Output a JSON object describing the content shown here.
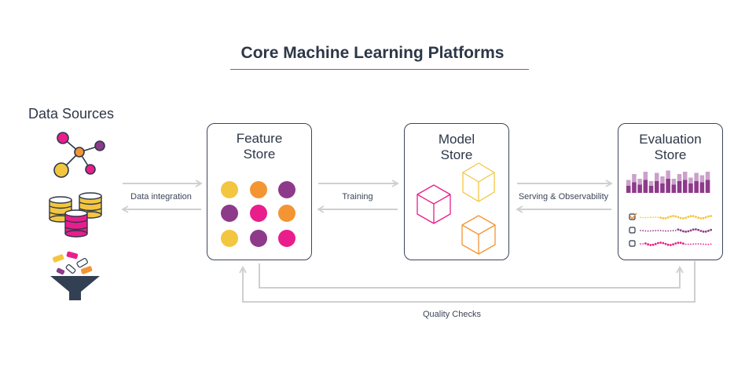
{
  "title": "Core Machine Learning Platforms",
  "data_sources": {
    "label": "Data Sources",
    "icons": [
      "network-graph-icon",
      "database-icon",
      "funnel-icon"
    ]
  },
  "feature_store": {
    "title_line1": "Feature",
    "title_line2": "Store"
  },
  "model_store": {
    "title_line1": "Model",
    "title_line2": "Store"
  },
  "evaluation_store": {
    "title_line1": "Evaluation",
    "title_line2": "Store"
  },
  "connectors": {
    "data_integration": "Data integration",
    "training": "Training",
    "serving": "Serving & Observability",
    "quality_checks": "Quality Checks"
  },
  "colors": {
    "yellow": "#f3c63f",
    "orange": "#f39533",
    "purple": "#8e3a8a",
    "pink": "#e91e8c",
    "navy": "#333f52",
    "arrow": "#cfcfcf"
  }
}
